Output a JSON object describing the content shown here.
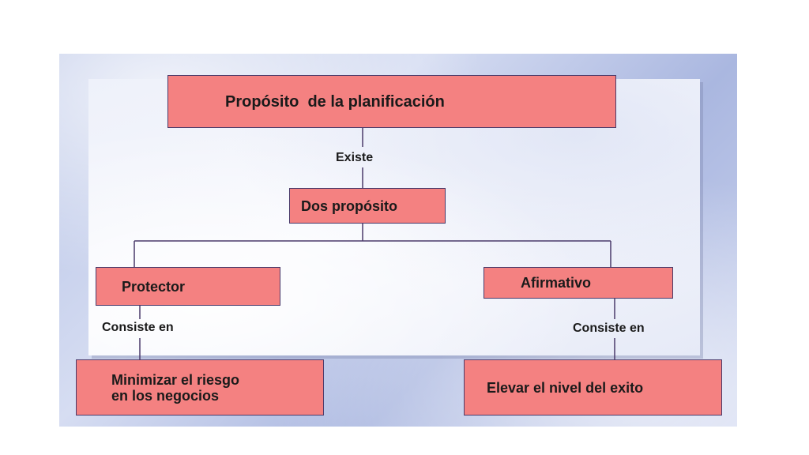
{
  "diagram": {
    "nodes": {
      "root": "Propósito  de la planificación",
      "middle": "Dos propósito",
      "left": "Protector",
      "right": "Afirmativo",
      "left_result_line1": "Minimizar el riesgo",
      "left_result_line2": "en los negocios",
      "right_result": "Elevar el nivel del exito"
    },
    "edges": {
      "root_to_middle": "Existe",
      "left_to_result": "Consiste en",
      "right_to_result": "Consiste en"
    },
    "colors": {
      "node_fill": "#f48181",
      "connector": "#4a3a6a"
    }
  }
}
